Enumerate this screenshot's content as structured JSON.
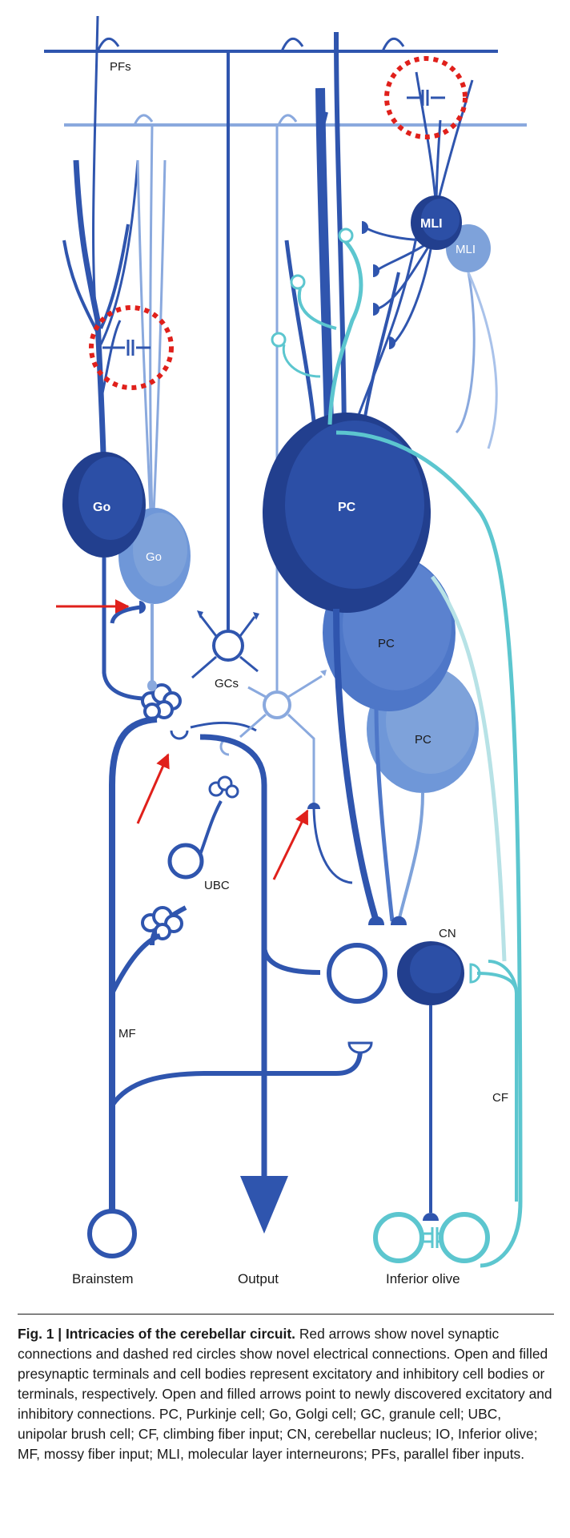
{
  "labels": {
    "pfs": "PFs",
    "mli_large": "MLI",
    "mli_small": "MLI",
    "go_large": "Go",
    "go_small": "Go",
    "pc_large": "PC",
    "pc_mid": "PC",
    "pc_small": "PC",
    "gcs": "GCs",
    "ubc": "UBC",
    "cn": "CN",
    "mf": "MF",
    "cf": "CF",
    "brainstem": "Brainstem",
    "output": "Output",
    "inferior_olive": "Inferior olive"
  },
  "caption": {
    "title": "Fig. 1 | Intricacies of the cerebellar circuit.",
    "body": " Red arrows show novel synaptic connections and dashed red circles show novel electrical connections. Open and filled presynaptic terminals and cell bodies represent excitatory and inhibitory cell bodies or terminals, respectively. Open and filled arrows point to newly discovered excitatory and inhibitory connections. PC, Purkinje cell; Go, Golgi cell; GC, granule cell; UBC, unipolar brush cell; CF, climbing fiber input; CN, cerebellar nucleus; IO, Inferior olive; MF, mossy fiber input; MLI, molecular layer interneurons; PFs, parallel fiber inputs."
  },
  "colors": {
    "dark_blue": "#2a4fa8",
    "mid_blue": "#4a73c4",
    "light_blue": "#7ea2da",
    "pale_blue": "#a9c2ea",
    "teal": "#5cc6cf",
    "red": "#e0201b"
  }
}
